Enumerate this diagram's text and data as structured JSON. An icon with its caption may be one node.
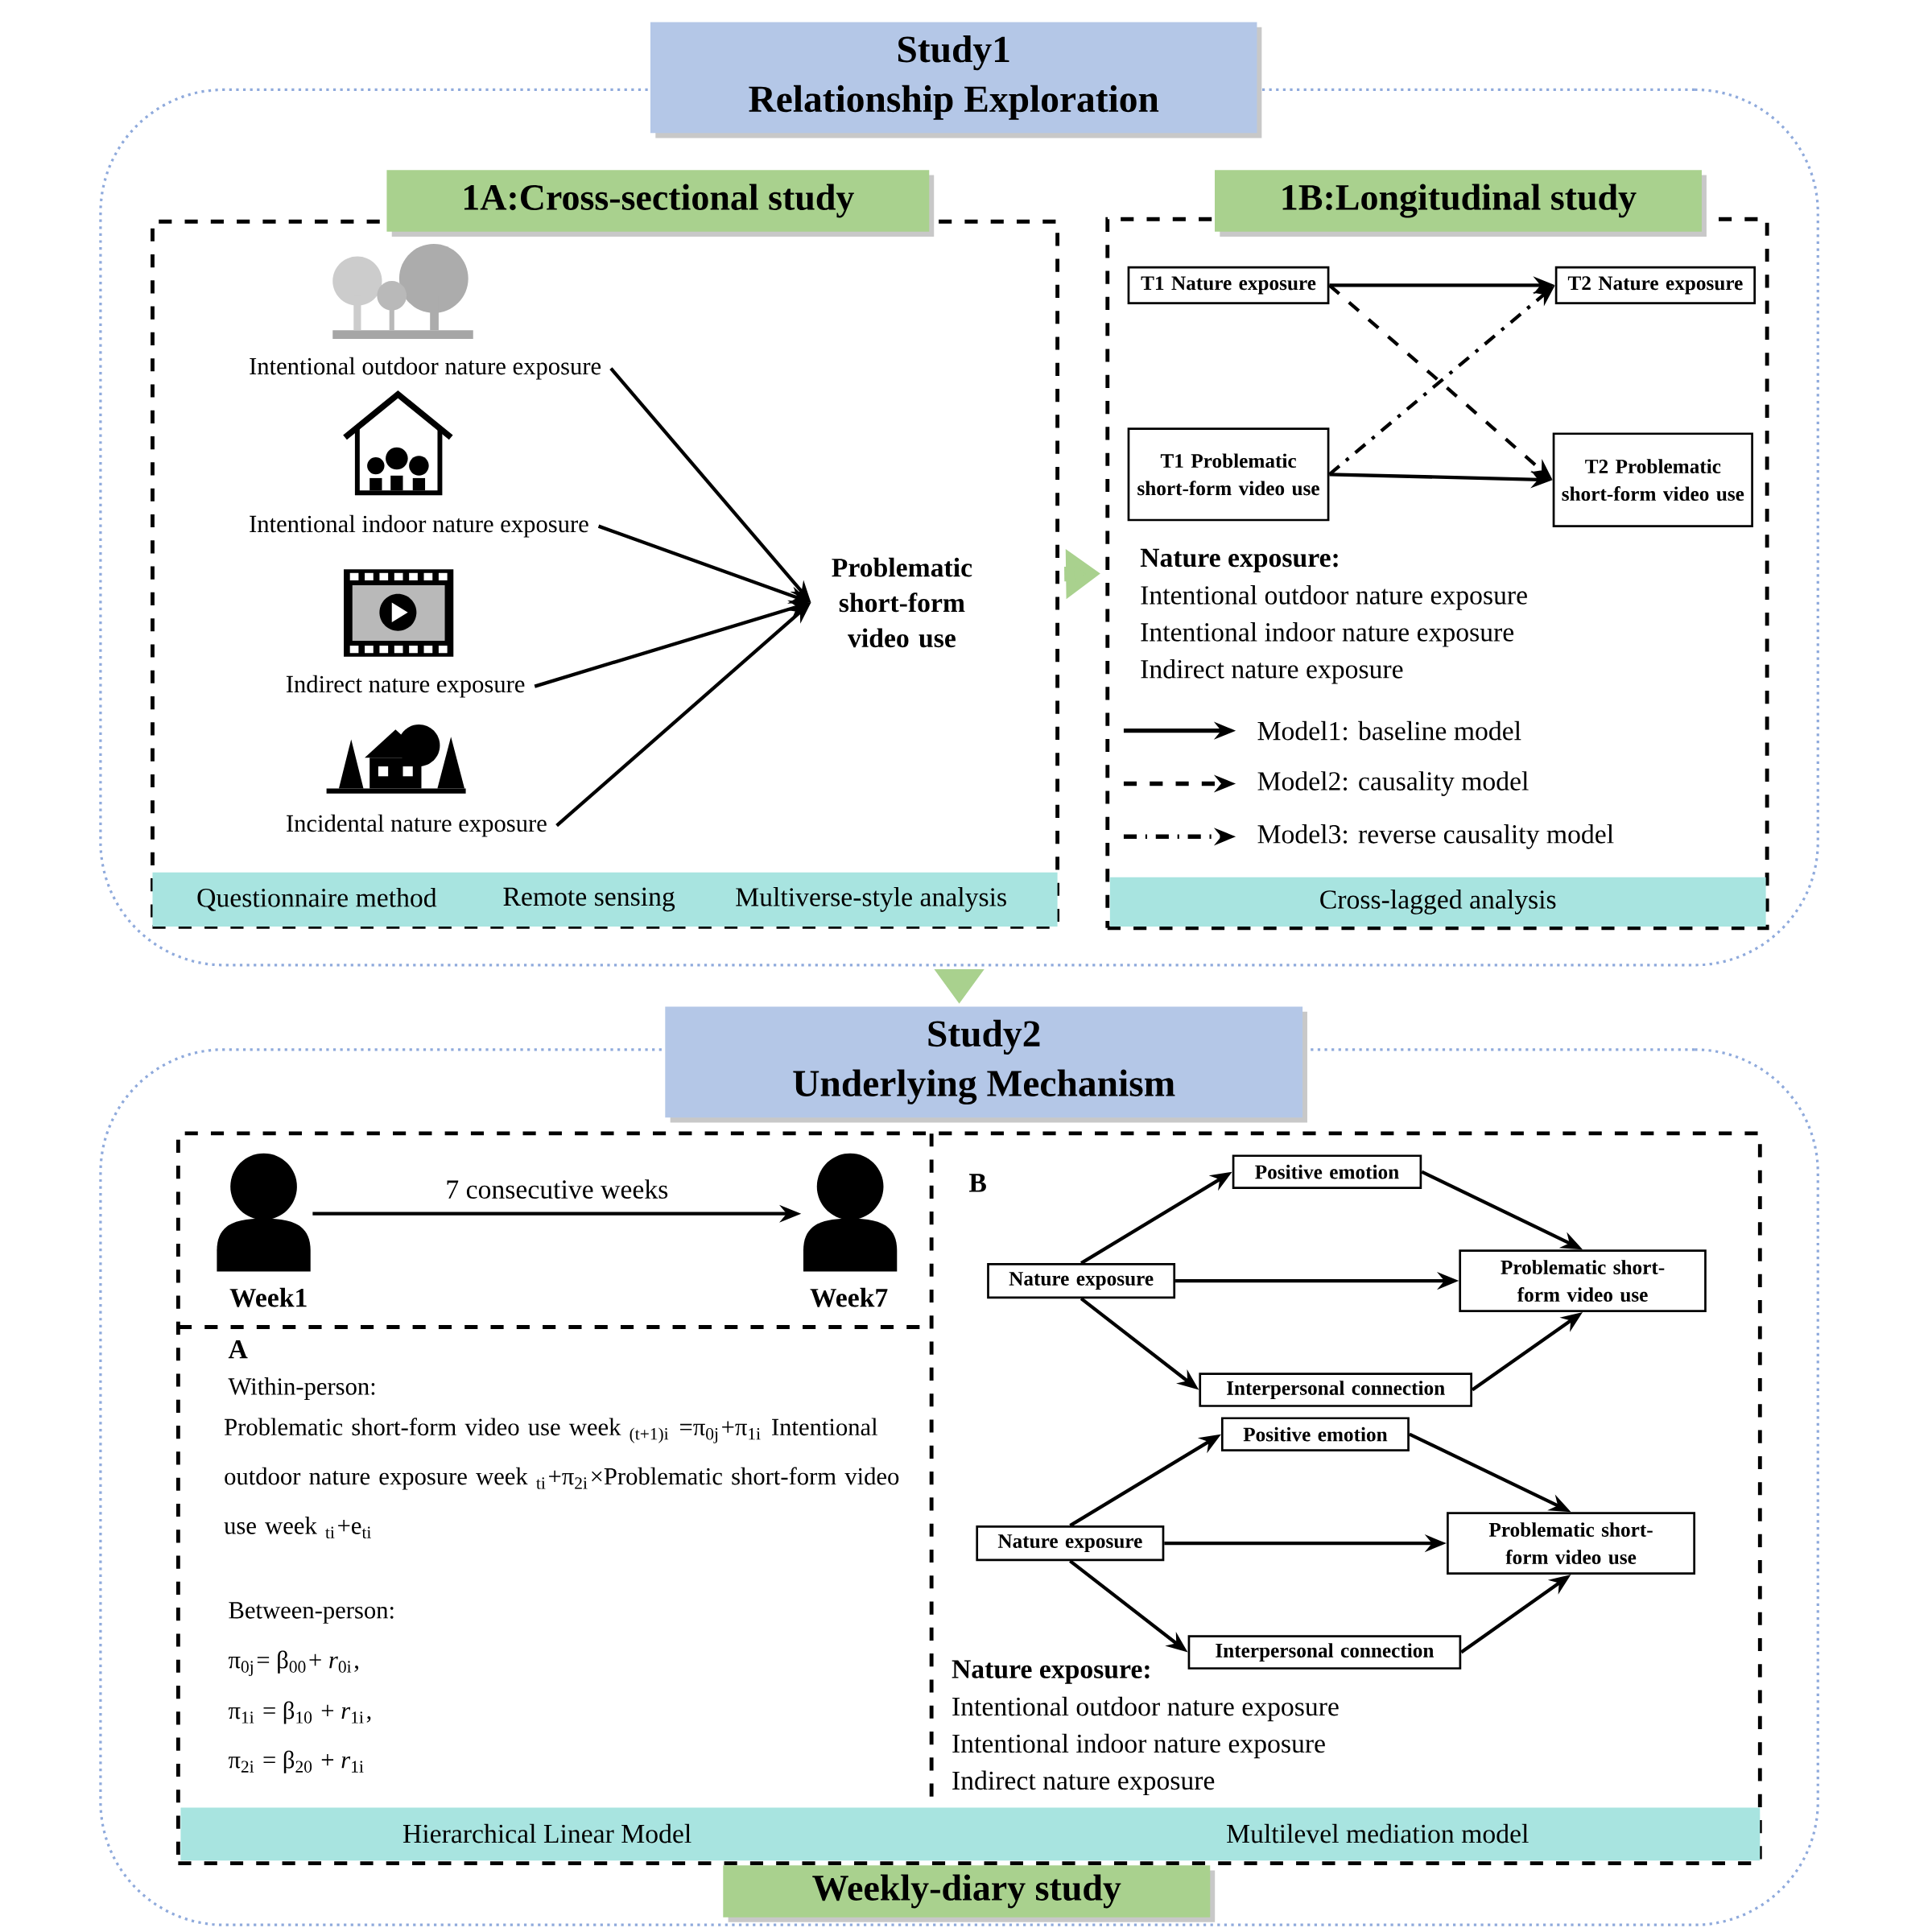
{
  "diagram": {
    "nodes": [
      {
        "text": [
          "Study1",
          "Relationship Exploration"
        ]
      },
      {
        "text": [
          "1A:Cross-sectional study"
        ],
        "in": 0
      },
      {
        "text": [
          "Intentional outdoor nature exposure"
        ],
        "in": 1
      },
      {
        "text": [
          "Intentional indoor nature exposure"
        ],
        "in": 1
      },
      {
        "text": [
          "Indirect nature exposure"
        ],
        "in": 1
      },
      {
        "text": [
          "Incidental nature exposure"
        ],
        "in": 1
      },
      {
        "text": [
          "Problematic short-form video use"
        ],
        "in": 1
      },
      {
        "text": [
          "Questionnaire method",
          "Remote sensing",
          "Multiverse-style analysis"
        ],
        "in": 1
      },
      {
        "text": [
          "1B:Longitudinal study"
        ],
        "in": 0
      },
      {
        "text": [
          "T1 Nature exposure"
        ],
        "in": 8
      },
      {
        "text": [
          "T2 Nature exposure"
        ],
        "in": 8
      },
      {
        "text": [
          "T1 Problematic short-form video use"
        ],
        "in": 8
      },
      {
        "text": [
          "T2 Problematic short-form video use"
        ],
        "in": 8
      },
      {
        "text": [
          "Cross-lagged analysis"
        ],
        "in": 8
      },
      {
        "text": [
          "Study2",
          "Underlying Mechanism",
          "Weekly-diary study"
        ]
      },
      {
        "text": [],
        "shape": "box",
        "in": 14
      },
      {
        "text": [],
        "shape": "person",
        "beside": [
          "Week1"
        ],
        "in": 15
      },
      {
        "text": [],
        "shape": "person",
        "beside": [
          "Week7"
        ],
        "in": 15
      },
      {
        "text": [
          "Hierarchical Linear Model",
          "Multilevel mediation model"
        ],
        "in": 15
      },
      {
        "text": [
          "Positive emotion"
        ],
        "in": 15
      },
      {
        "text": [
          "Nature exposure"
        ],
        "in": 15
      },
      {
        "text": [
          "Problematic short-form video use"
        ],
        "in": 15
      },
      {
        "text": [
          "Interpersonal connection"
        ],
        "in": 15
      },
      {
        "text": [
          "Positive emotion"
        ],
        "in": 15
      },
      {
        "text": [
          "Nature exposure"
        ],
        "in": 15
      },
      {
        "text": [
          "Problematic short-form video use"
        ],
        "in": 15
      },
      {
        "text": [
          "Interpersonal connection"
        ],
        "in": 15
      }
    ],
    "edges": [
      {
        "from": 2,
        "to": 6,
        "arrow": "to"
      },
      {
        "from": 3,
        "to": 6,
        "arrow": "to"
      },
      {
        "from": 4,
        "to": 6,
        "arrow": "to"
      },
      {
        "from": 5,
        "to": 6,
        "arrow": "to"
      },
      {
        "from": 1,
        "to": 8,
        "arrow": "to",
        "style": "thick",
        "color": "#a9d18e"
      },
      {
        "from": 9,
        "to": 10,
        "arrow": "to"
      },
      {
        "from": 9,
        "to": 12,
        "arrow": "to",
        "style": "dashed"
      },
      {
        "from": 11,
        "to": 10,
        "arrow": "to",
        "style": "dashed"
      },
      {
        "from": 11,
        "to": 12,
        "arrow": "to"
      },
      {
        "from": 0,
        "to": 14,
        "arrow": "to",
        "style": "thick",
        "color": "#a9d18e"
      },
      {
        "from": 16,
        "to": 17,
        "arrow": "to",
        "label": "7 consecutive weeks"
      },
      {
        "from": 20,
        "to": 19,
        "arrow": "to"
      },
      {
        "from": 19,
        "to": 21,
        "arrow": "to"
      },
      {
        "from": 20,
        "to": 21,
        "arrow": "to"
      },
      {
        "from": 20,
        "to": 22,
        "arrow": "to"
      },
      {
        "from": 22,
        "to": 21,
        "arrow": "to"
      },
      {
        "from": 24,
        "to": 23,
        "arrow": "to"
      },
      {
        "from": 23,
        "to": 25,
        "arrow": "to"
      },
      {
        "from": 24,
        "to": 25,
        "arrow": "to"
      },
      {
        "from": 24,
        "to": 26,
        "arrow": "to"
      },
      {
        "from": 26,
        "to": 25,
        "arrow": "to"
      }
    ],
    "labels": [
      "Nature exposure:",
      "Intentional outdoor nature exposure",
      "Intentional indoor nature exposure",
      "Indirect nature exposure",
      "A",
      "Within-person:",
      "Problematic short-form video use week $_{(t+1)i}$ =π$_{0j}$+π$_{1i}$ Intentional outdoor nature exposure week $_{ti}$+π$_{2i}$×Problematic short-form video use week $_{ti}$+e$_{ti}$",
      "Between-person:",
      "π$_{0j}$= β$_{00}$+ *r*$_{0i}$,",
      "π$_{1i}$ = β$_{10}$ + *r*$_{1i}$,",
      "π$_{2i}$ = β$_{20}$ + *r*$_{1i}$",
      "B",
      "Nature exposure:",
      "Intentional outdoor nature exposure",
      "Intentional indoor nature exposure",
      "Indirect nature exposure"
    ],
    "legend": [
      {
        "text": "Model1: baseline model"
      },
      {
        "text": "Model2: causality model"
      },
      {
        "text": "Model3: reverse causality model"
      }
    ]
  }
}
